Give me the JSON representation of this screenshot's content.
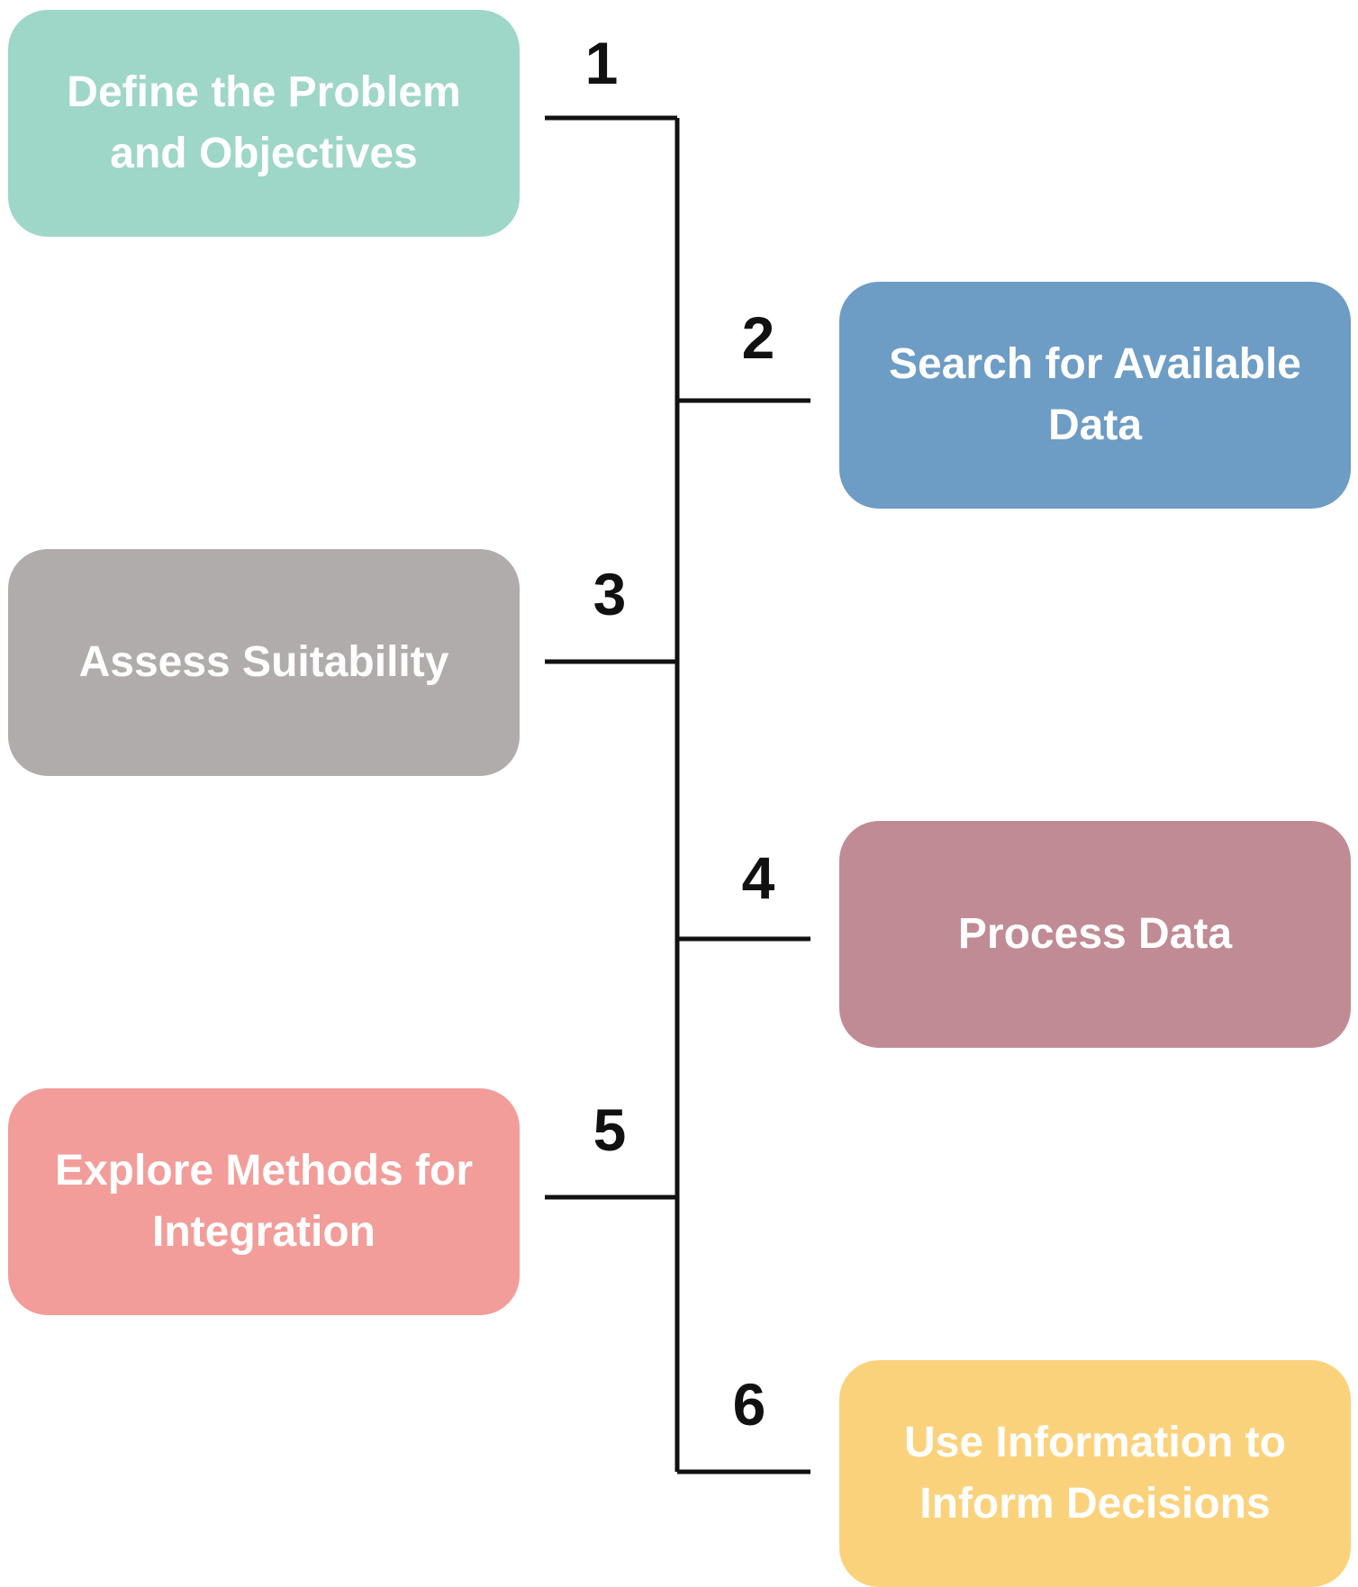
{
  "steps": [
    {
      "number": "1",
      "label": "Define the Problem and Objectives",
      "color": "#9ed6c7",
      "side": "left"
    },
    {
      "number": "2",
      "label": "Search for Available Data",
      "color": "#6d9cc5",
      "side": "right"
    },
    {
      "number": "3",
      "label": "Assess Suitability",
      "color": "#b0acab",
      "side": "left"
    },
    {
      "number": "4",
      "label": "Process Data",
      "color": "#c08b94",
      "side": "right"
    },
    {
      "number": "5",
      "label": "Explore Methods for Integration",
      "color": "#f29d9a",
      "side": "left"
    },
    {
      "number": "6",
      "label": "Use Information to Inform Decisions",
      "color": "#fbd27c",
      "side": "right"
    }
  ],
  "connector_color": "#111111"
}
